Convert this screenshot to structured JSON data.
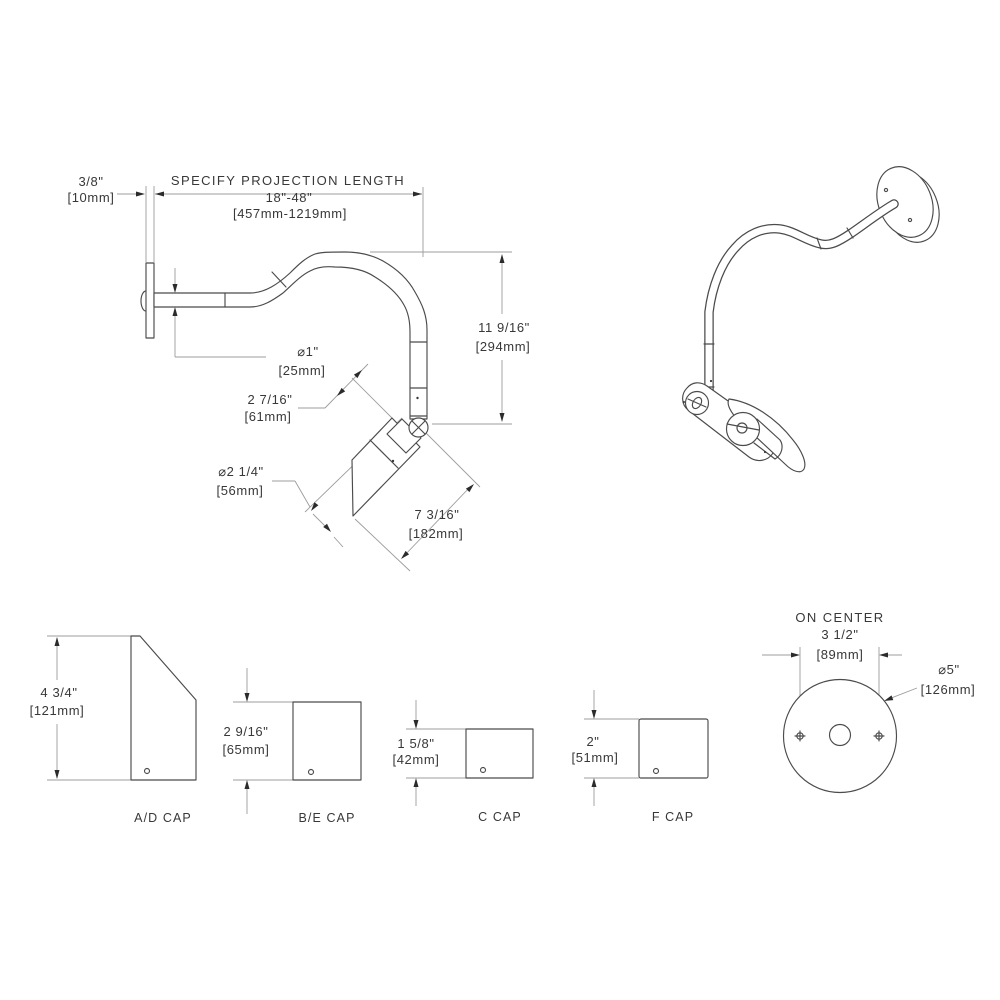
{
  "side_view": {
    "plate_thickness_in": "3/8\"",
    "plate_thickness_mm": "[10mm]",
    "projection_title": "SPECIFY PROJECTION LENGTH",
    "projection_range_in": "18\"-48\"",
    "projection_range_mm": "[457mm-1219mm]",
    "arm_diameter_in": "⌀1\"",
    "arm_diameter_mm": "[25mm]",
    "drop_height_in": "11 9/16\"",
    "drop_height_mm": "[294mm]",
    "head_width_in": "2 7/16\"",
    "head_width_mm": "[61mm]",
    "head_diameter_in": "⌀2 1/4\"",
    "head_diameter_mm": "[56mm]",
    "head_length_in": "7 3/16\"",
    "head_length_mm": "[182mm]"
  },
  "caps": [
    {
      "label": "A/D CAP",
      "height_in": "4 3/4\"",
      "height_mm": "[121mm]"
    },
    {
      "label": "B/E CAP",
      "height_in": "2 9/16\"",
      "height_mm": "[65mm]"
    },
    {
      "label": "C CAP",
      "height_in": "1 5/8\"",
      "height_mm": "[42mm]"
    },
    {
      "label": "F CAP",
      "height_in": "2\"",
      "height_mm": "[51mm]"
    }
  ],
  "mounting_plate": {
    "title": "ON CENTER",
    "hole_spacing_in": "3 1/2\"",
    "hole_spacing_mm": "[89mm]",
    "diameter_in": "⌀5\"",
    "diameter_mm": "[126mm]"
  },
  "colors": {
    "line": "#4b4b4b",
    "dim_line": "#9c9c9c",
    "text": "#383838",
    "arrow": "#2b2b2b",
    "background": "#ffffff"
  }
}
